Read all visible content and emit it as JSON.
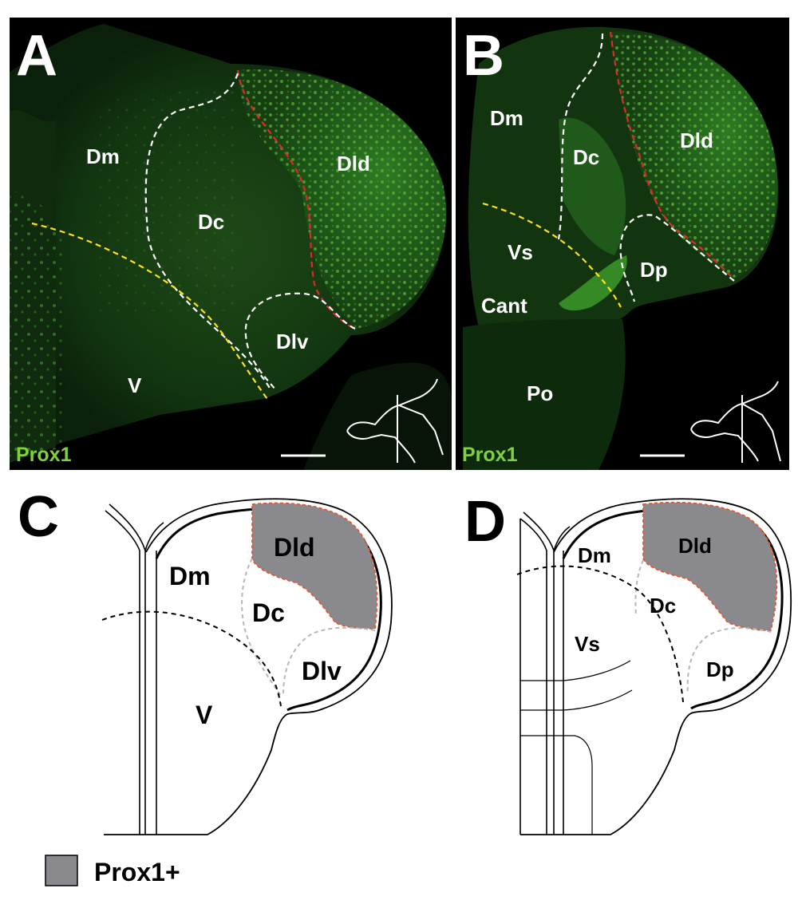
{
  "panels": {
    "a": {
      "letter": "A",
      "stain": "Prox1",
      "regions": {
        "dm": "Dm",
        "dc": "Dc",
        "dld": "Dld",
        "dlv": "Dlv",
        "v": "V"
      }
    },
    "b": {
      "letter": "B",
      "stain": "Prox1",
      "regions": {
        "dm": "Dm",
        "dc": "Dc",
        "dld": "Dld",
        "vs": "Vs",
        "dp": "Dp",
        "cant": "Cant",
        "po": "Po"
      }
    },
    "c": {
      "letter": "C",
      "regions": {
        "dld": "Dld",
        "dm": "Dm",
        "dc": "Dc",
        "dlv": "Dlv",
        "v": "V"
      }
    },
    "d": {
      "letter": "D",
      "regions": {
        "dm": "Dm",
        "dld": "Dld",
        "dc": "Dc",
        "vs": "Vs",
        "dp": "Dp"
      }
    }
  },
  "legend": {
    "label": "Prox1+",
    "swatch_color": "#8a8a8e"
  },
  "colors": {
    "stain": "#7fd13b",
    "boundary_red": "#e0282a",
    "boundary_yellow": "#ffe01a",
    "boundary_white": "#ffffff",
    "schematic_orange": "#e8552a",
    "shaded_region": "#8a8a8e"
  }
}
